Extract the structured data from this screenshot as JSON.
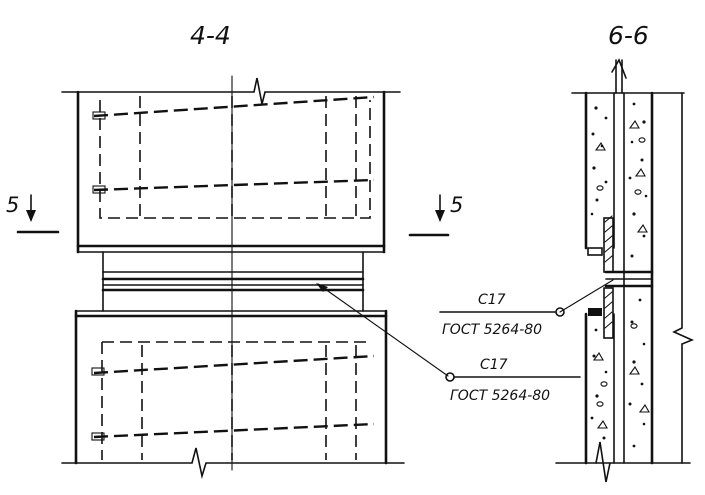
{
  "section_left": {
    "title": "4-4"
  },
  "section_right": {
    "title": "6-6"
  },
  "section_marker_left": {
    "label": "5"
  },
  "section_marker_right": {
    "label": "5"
  },
  "callout_right": {
    "line1": "С17",
    "line2": "ГОСТ 5264-80"
  },
  "callout_bottom": {
    "line1": "С17",
    "line2": "ГОСТ 5264-80"
  }
}
